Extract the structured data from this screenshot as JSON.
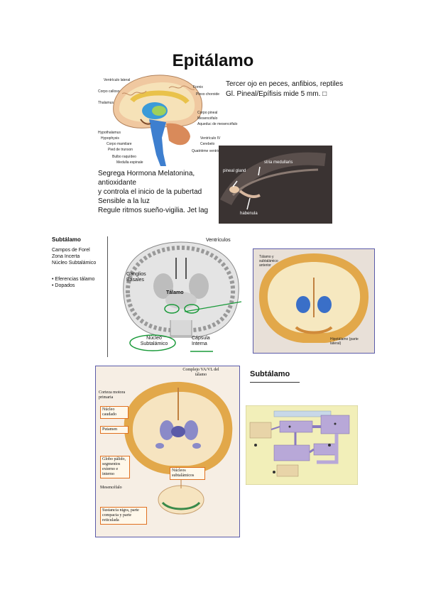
{
  "title": "Epitálamo",
  "epithalamus": {
    "line1": "Tercer ojo en peces, anfibios, reptiles",
    "line2": "Gl. Pineal/Epífisis mide 5 mm. □",
    "body": [
      "Segrega Hormona Melatonina, antioxidante",
      "y controla el inicio de la pubertad",
      "Sensible a la luz",
      "Regule ritmos sueño-vigilia. Jet lag"
    ],
    "sagittal_labels_left": [
      "Ventrículo lateral",
      "Corpo calloso",
      "Thalamus",
      "Hypothalamus",
      "Hypophysis",
      "Corpo mamilare",
      "Pied de trunson",
      "Bulbo raquídeo",
      "Medulla espinale"
    ],
    "sagittal_labels_right": [
      "Fornix",
      "Plexo choroide",
      "Corpo pineal",
      "Mesencéfalo",
      "Aqueduc de mesencéfalo",
      "Ventrículo IV",
      "Cerebelo",
      "Quatrième ventricule"
    ],
    "photo_labels": {
      "pineal": "pineal gland",
      "stria": "stria medullaris",
      "habenula": "habenula"
    }
  },
  "subthalamus_panel": {
    "heading": "Subtálamo",
    "items": [
      "Campos de Forel",
      "Zona Incerta",
      "Núcleo Subtalámico"
    ],
    "bullets": [
      "Eferencias tálamo",
      "Dopados"
    ]
  },
  "coronal": {
    "ventricles": "Ventrículos",
    "basal_ganglia": "Ganglios Basales",
    "thalamus": "Tálamo",
    "subthalamic": "Núcleo Subtalámico",
    "capsule": "Cápsula Interna"
  },
  "coronal2": {
    "left_label": "Tálamo y subtalámico anterior",
    "bottom_label": "Hipotálamo (parte lateral)"
  },
  "big_brain": {
    "top": "Complejo VA/VL del tálamo",
    "corteza": "Corteza motora primaria",
    "caudado": "Núcleo caudado",
    "putamen": "Putamen",
    "globo": "Globo pálido, segmentos externo e interno",
    "subtalamicos": "Núcleos subtalámicos",
    "mesencefalo": "Mesencéfalo",
    "sustancia": "Sustancia nigra, parte compacta y parte reticulada"
  },
  "subthalamus2_heading": "Subtálamo",
  "colors": {
    "cortex": "#e8b770",
    "white_matter": "#f6ecc8",
    "ventricle": "#4a7fd0",
    "orange_box": "#e07020",
    "frame": "#5a5aa8",
    "diagram_bg": "#f2efb9",
    "diagram_purple": "#b8a8d8"
  }
}
